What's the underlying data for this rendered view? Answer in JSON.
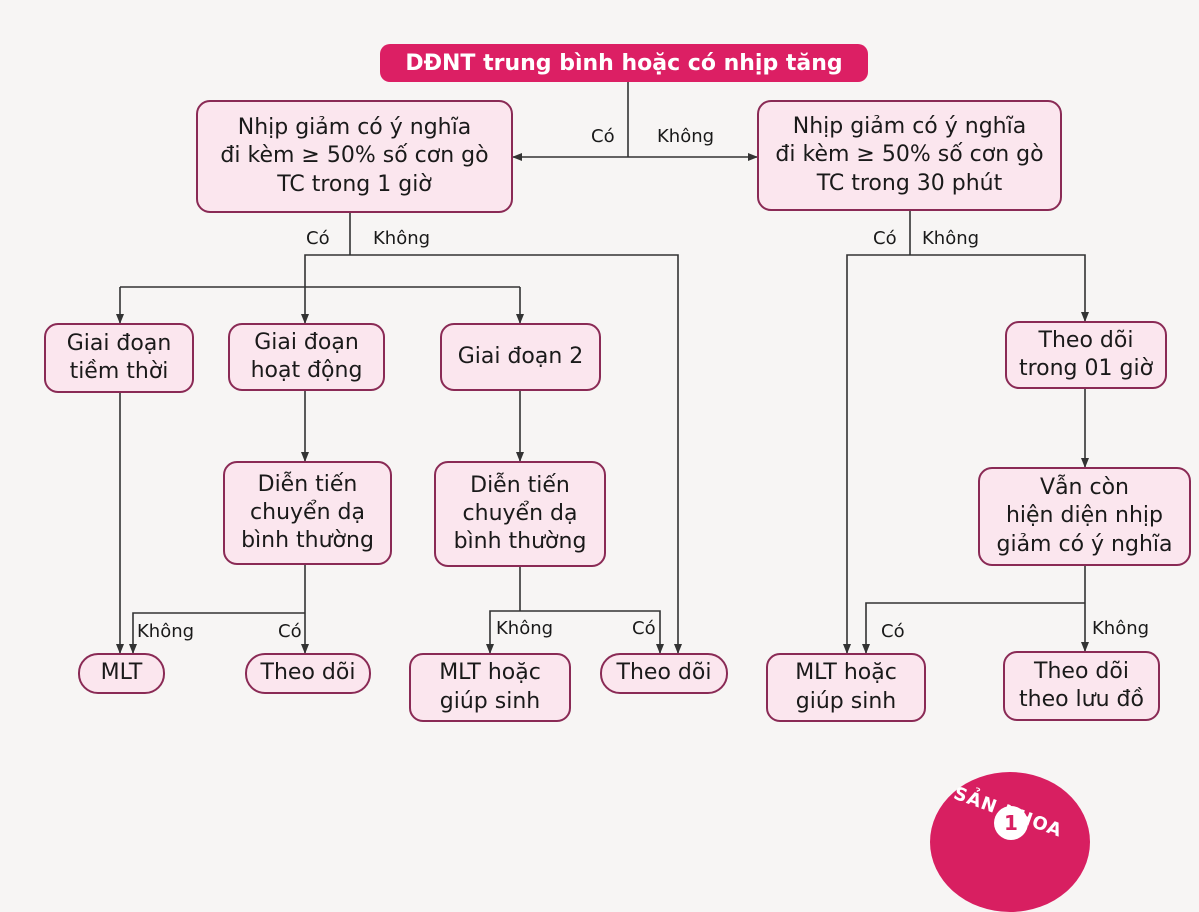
{
  "title": "DĐNT trung bình hoặc có nhịp tăng",
  "nodes": {
    "left_decision": "Nhịp giảm có ý nghĩa\nđi kèm ≥ 50% số cơn gò\nTC trong 1 giờ",
    "right_decision": "Nhịp giảm có ý nghĩa\nđi kèm ≥ 50% số cơn gò\nTC trong 30 phút",
    "latent_phase": "Giai đoạn\ntiềm thời",
    "active_phase": "Giai đoạn\nhoạt động",
    "second_stage": "Giai đoạn 2",
    "active_labor_progress": "Diễn tiến\nchuyển dạ\nbình thường",
    "second_stage_labor_progress": "Diễn tiến\nchuyển dạ\nbình thường",
    "monitor_1h": "Theo dõi\ntrong 01 giờ",
    "still_present": "Vẫn còn\nhiện diện nhịp\ngiảm có ý nghĩa",
    "mlt_latent": "MLT",
    "monitor_active": "Theo dõi",
    "mlt_or_assisted_left": "MLT hoặc\ngiúp sinh",
    "monitor_no_left": "Theo dõi",
    "mlt_or_assisted_right": "MLT hoặc\ngiúp sinh",
    "monitor_flowchart": "Theo dõi\ntheo lưu đồ"
  },
  "edge_labels": {
    "top_yes": "Có",
    "top_no": "Không",
    "left_yes": "Có",
    "left_no": "Không",
    "right_yes": "Có",
    "right_no": "Không",
    "active_no": "Không",
    "active_yes": "Có",
    "second_no": "Không",
    "second_yes": "Có",
    "still_yes": "Có",
    "still_no": "Không"
  },
  "badge": {
    "text": "SẢN KHOA",
    "number": "1"
  },
  "colors": {
    "title_bg": "#dc1f64",
    "node_fill": "#fbe6ee",
    "node_border": "#8a2a55",
    "line": "#333333"
  }
}
